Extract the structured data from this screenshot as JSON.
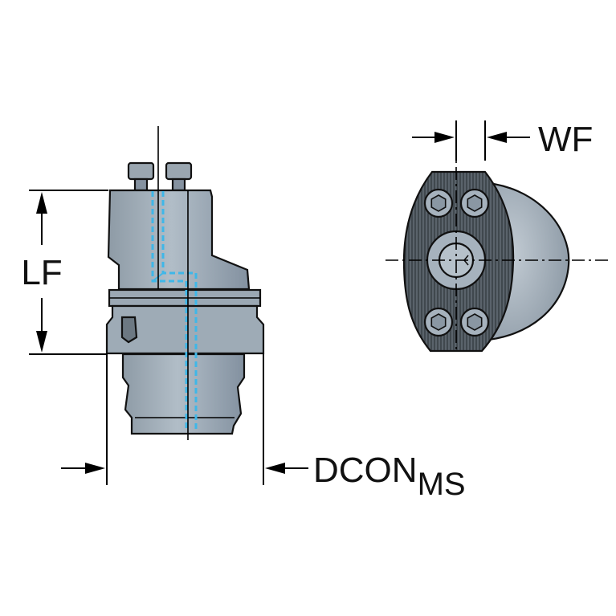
{
  "labels": {
    "lf": "LF",
    "wf": "WF",
    "dcon": "DCON",
    "dcon_sub": "MS"
  },
  "colors": {
    "body": "#a3b0bb",
    "body_dark": "#8594a0",
    "face": "#4d565e",
    "coolant": "#3fb7e8",
    "line": "#111111"
  }
}
